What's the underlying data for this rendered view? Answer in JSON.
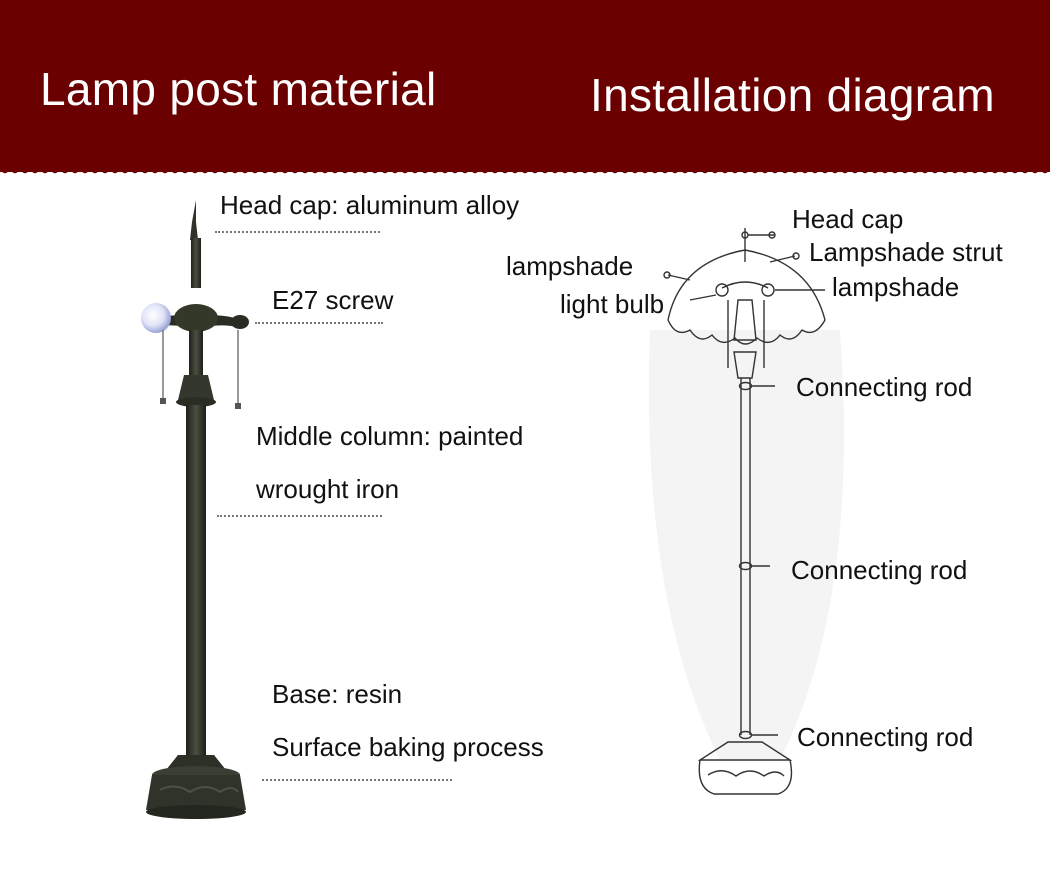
{
  "header": {
    "left_title": "Lamp post material",
    "right_title": "Installation diagram"
  },
  "colors": {
    "banner": "#6b0000",
    "lamp_body": "#2f3329",
    "bulb": "#dfe3f7"
  },
  "material_labels": {
    "head_cap": "Head cap: aluminum alloy",
    "screw": "E27 screw",
    "column_line1": "Middle column: painted",
    "column_line2": "wrought iron",
    "base_line1": "Base: resin",
    "base_line2": "Surface baking process"
  },
  "diagram_labels": {
    "head_cap": "Head cap",
    "strut": "Lampshade strut",
    "lampshade_left": "lampshade",
    "lampshade_right": "lampshade",
    "bulb": "light bulb",
    "rod_top": "Connecting rod",
    "rod_mid": "Connecting rod",
    "rod_bottom": "Connecting rod"
  }
}
